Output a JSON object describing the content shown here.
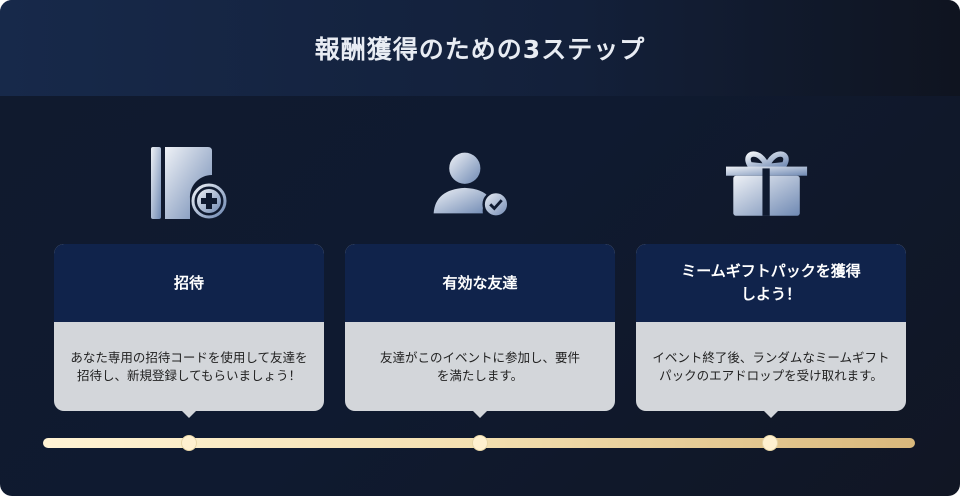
{
  "title": "報酬獲得のための3ステップ",
  "steps": [
    {
      "icon": "invite-card-plus-icon",
      "heading": "招待",
      "description": "あなた専用の招待コードを使用して友達を招待し、新規登録してもらいましょう！"
    },
    {
      "icon": "user-check-icon",
      "heading": "有効な友達",
      "description": "友達がこのイベントに参加し、要件を満たします。"
    },
    {
      "icon": "gift-icon",
      "heading": "ミームギフトパックを獲得しよう！",
      "description": "イベント終了後、ランダムなミームギフトパックのエアドロップを受け取れます。"
    }
  ]
}
